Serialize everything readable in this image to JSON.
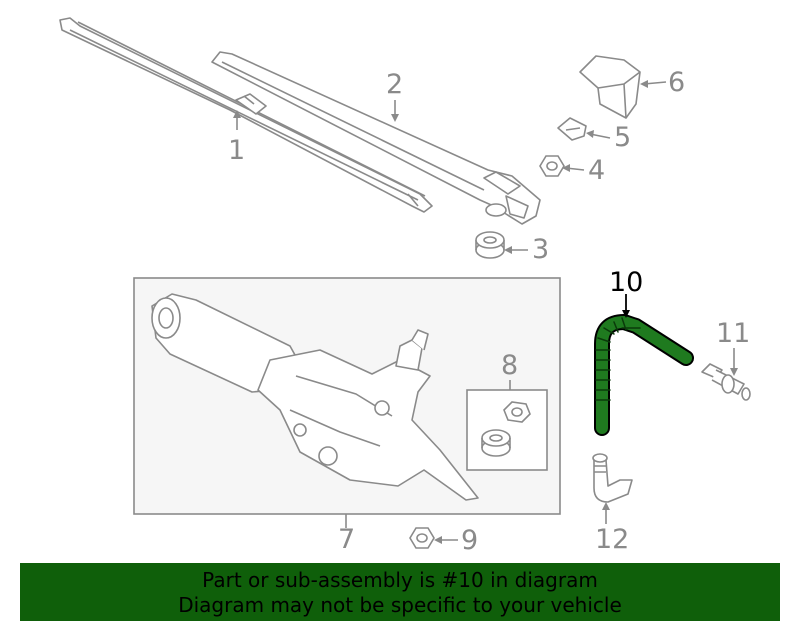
{
  "callouts": {
    "c1": "1",
    "c2": "2",
    "c3": "3",
    "c4": "4",
    "c5": "5",
    "c6": "6",
    "c7": "7",
    "c8": "8",
    "c9": "9",
    "c10": "10",
    "c11": "11",
    "c12": "12"
  },
  "banner": {
    "line1": "Part or sub-assembly is #10 in diagram",
    "line2": "Diagram may not be specific to your vehicle"
  },
  "colors": {
    "line": "#8a8a8a",
    "highlight": "#1f7a1f",
    "banner": "#0f5f0a",
    "panel": "#f6f6f6"
  }
}
